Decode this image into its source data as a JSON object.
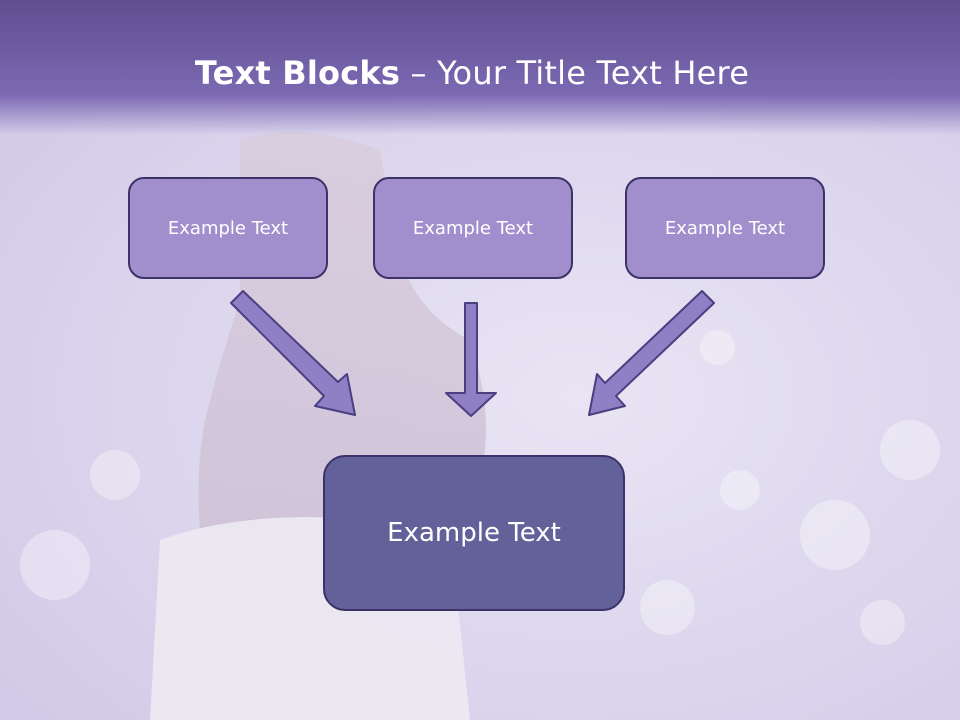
{
  "slide": {
    "title_bold": "Text Blocks",
    "title_dash": " – ",
    "title_rest": "Your Title Text Here"
  },
  "blocks": [
    {
      "label": "Example Text"
    },
    {
      "label": "Example Text"
    },
    {
      "label": "Example Text"
    }
  ],
  "center_block": {
    "label": "Example Text"
  },
  "colors": {
    "header": "#7b69b3",
    "box_fill": "#a08fcc",
    "center_fill": "#63619a",
    "border": "#3c3268",
    "arrow_fill": "#8f7fc4"
  }
}
